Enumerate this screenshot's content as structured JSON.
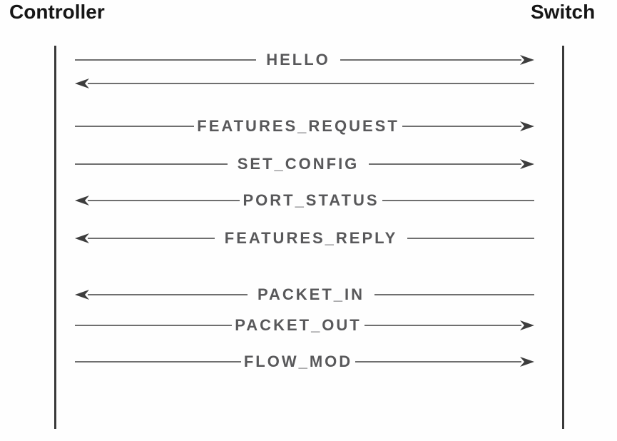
{
  "diagram": {
    "type": "sequence-diagram",
    "actors": {
      "left": "Controller",
      "right": "Switch"
    },
    "messages": [
      {
        "label": "HELLO",
        "from": "Controller",
        "to": "Switch",
        "direction": "right"
      },
      {
        "label": "",
        "from": "Switch",
        "to": "Controller",
        "direction": "left"
      },
      {
        "label": "FEATURES_REQUEST",
        "from": "Controller",
        "to": "Switch",
        "direction": "right"
      },
      {
        "label": "SET_CONFIG",
        "from": "Controller",
        "to": "Switch",
        "direction": "right"
      },
      {
        "label": "PORT_STATUS",
        "from": "Switch",
        "to": "Controller",
        "direction": "left"
      },
      {
        "label": "FEATURES_REPLY",
        "from": "Switch",
        "to": "Controller",
        "direction": "left"
      },
      {
        "label": "PACKET_IN",
        "from": "Switch",
        "to": "Controller",
        "direction": "left"
      },
      {
        "label": "PACKET_OUT",
        "from": "Controller",
        "to": "Switch",
        "direction": "right"
      },
      {
        "label": "FLOW_MOD",
        "from": "Controller",
        "to": "Switch",
        "direction": "right"
      }
    ],
    "colors": {
      "actor_text": "#161616",
      "label_text": "#58585a",
      "line": "#6f6f6f",
      "arrowhead": "#3d3d3d",
      "lifeline": "#3a3a3a",
      "background": "#fefefe"
    }
  }
}
